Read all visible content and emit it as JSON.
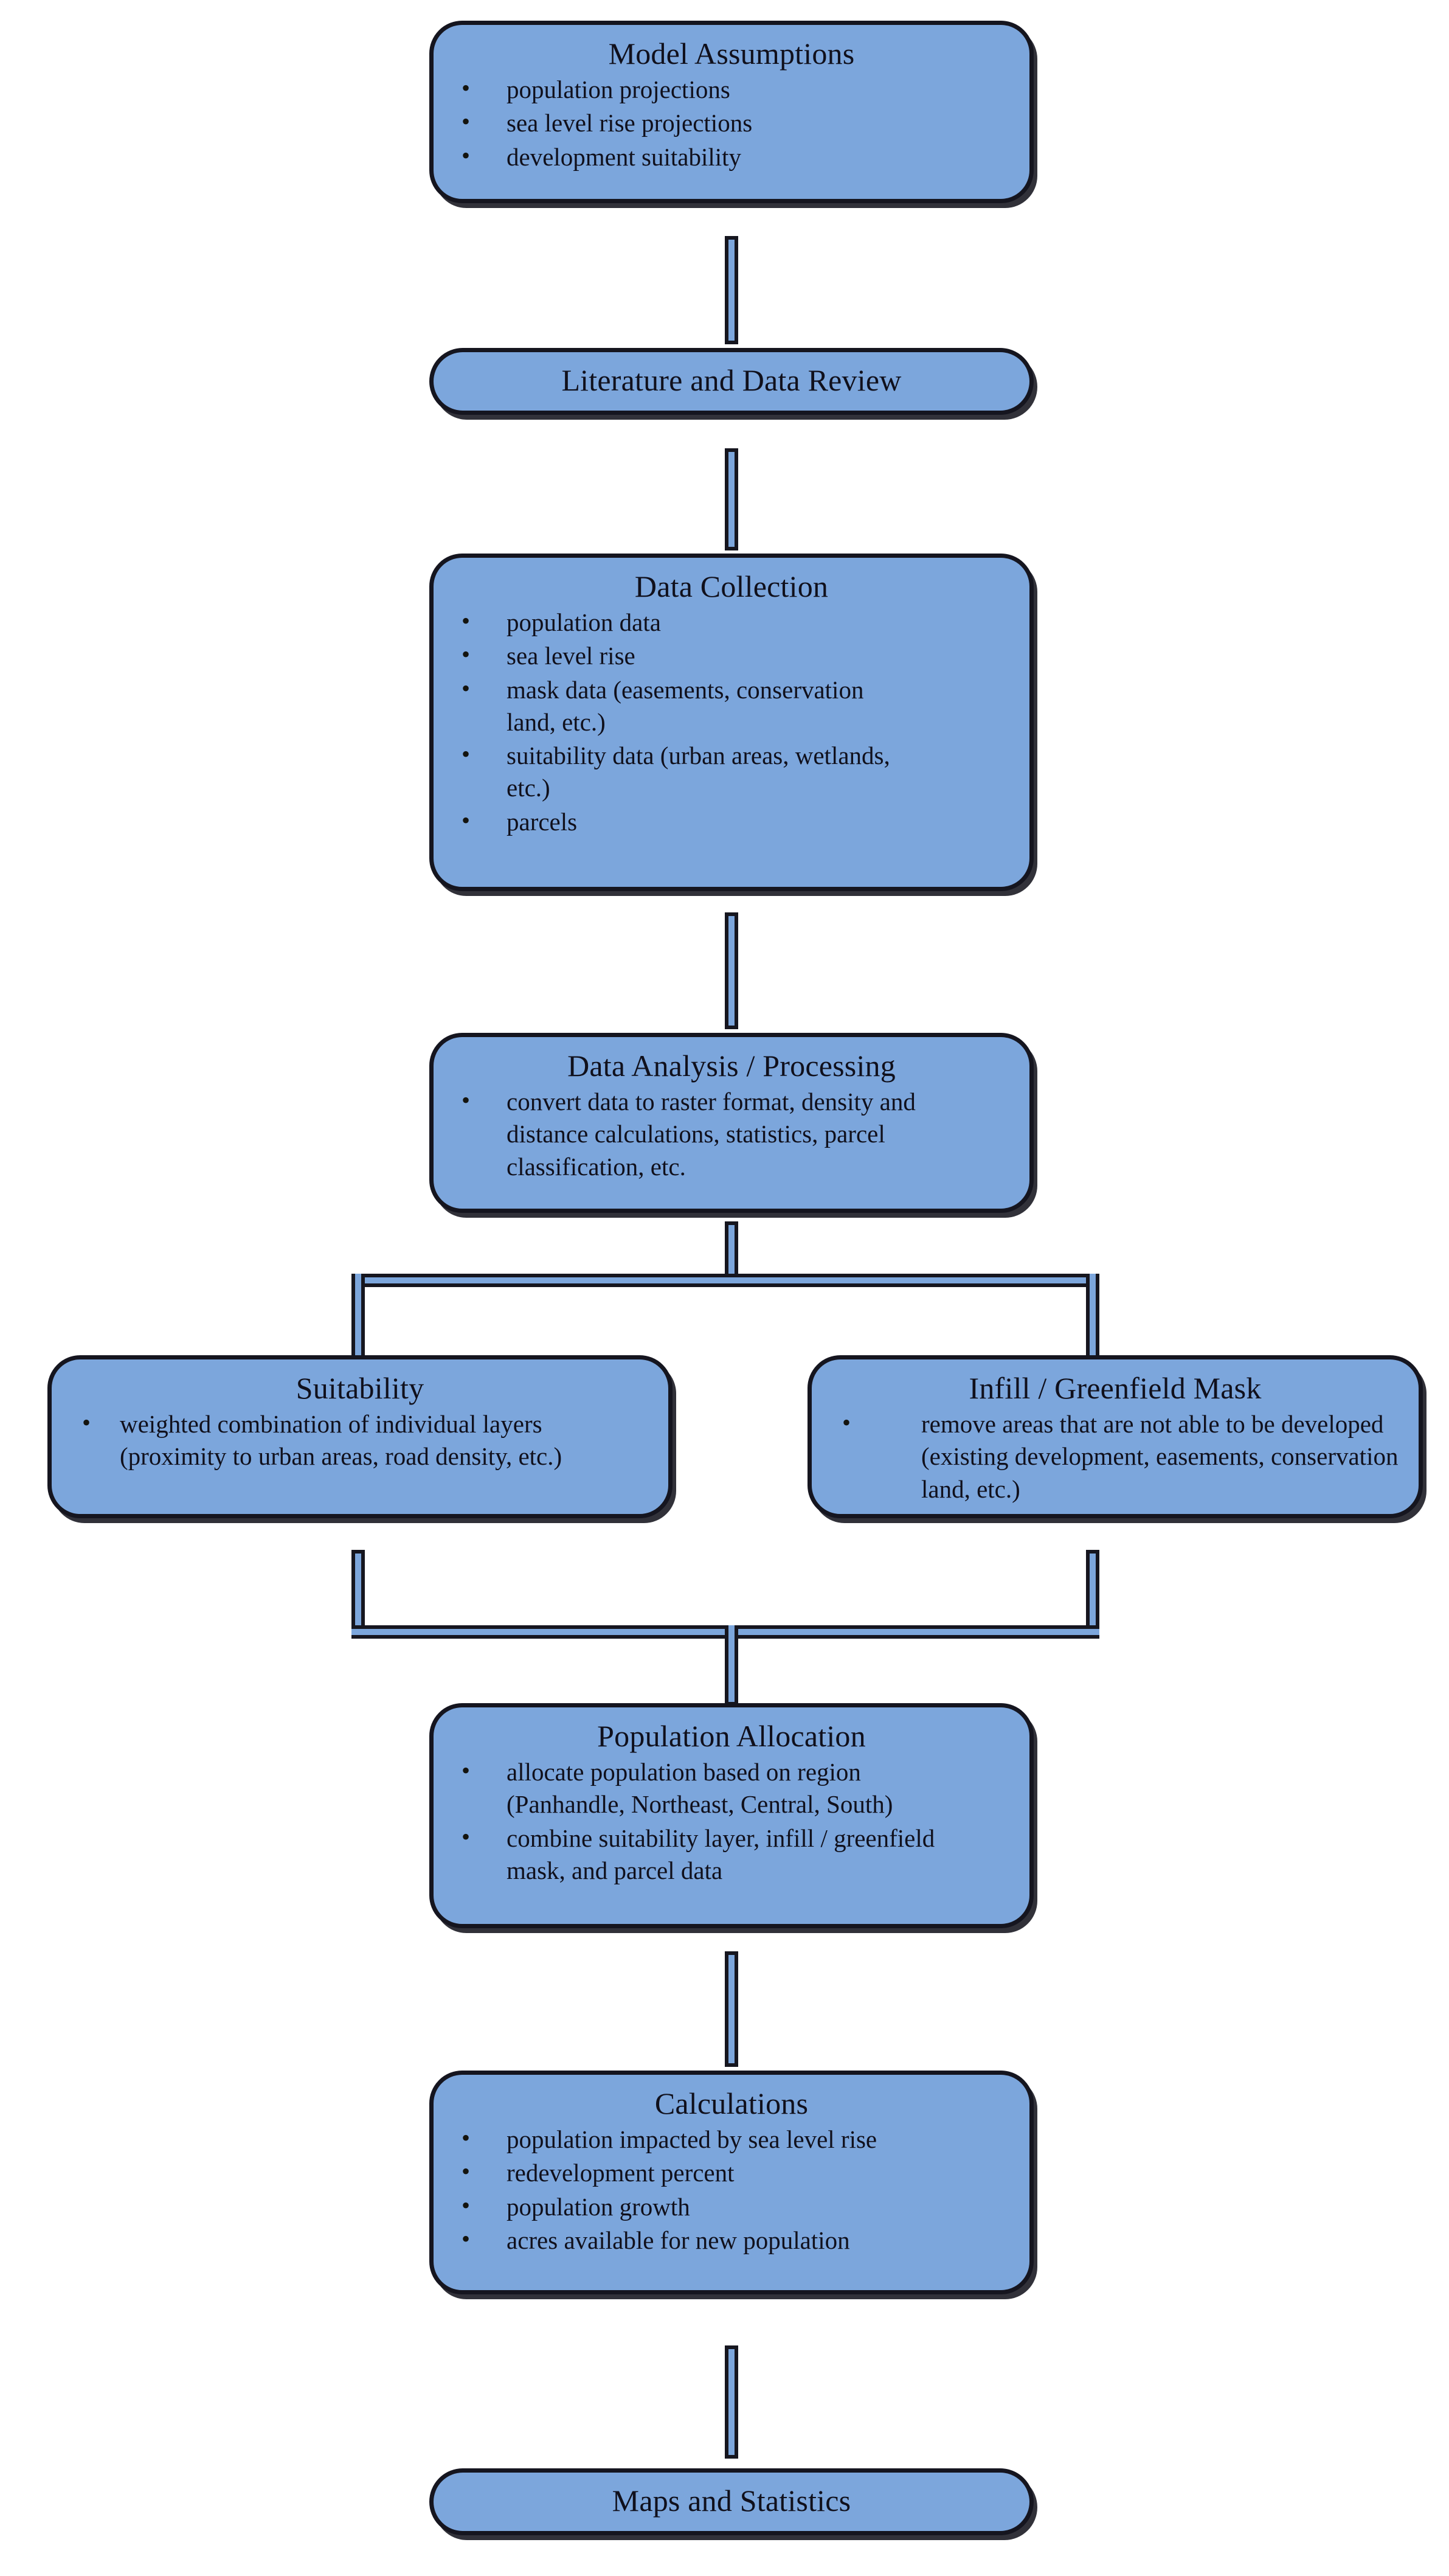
{
  "diagram": {
    "title": "Model Workflow Flowchart",
    "colors": {
      "node_fill": "#7CA6DC",
      "node_border": "#15151f",
      "connector_fill": "#7CA6DC",
      "connector_border": "#16161f",
      "background": "#ffffff",
      "text": "#10101c"
    },
    "nodes": [
      {
        "id": "model-assumptions",
        "title": "Model Assumptions",
        "shape": "rounded-rect",
        "bullets": [
          "population projections",
          "sea level rise projections",
          "development suitability"
        ]
      },
      {
        "id": "literature-and-data-review",
        "title": "Literature and Data Review",
        "shape": "pill",
        "bullets": []
      },
      {
        "id": "data-collection",
        "title": "Data Collection",
        "shape": "rounded-rect",
        "bullets": [
          "population data",
          "sea level rise",
          "mask data (easements, conservation land, etc.)",
          "suitability data (urban areas, wetlands, etc.)",
          "parcels"
        ]
      },
      {
        "id": "data-analysis-processing",
        "title": "Data Analysis / Processing",
        "shape": "rounded-rect",
        "bullets": [
          "convert data to raster format, density and distance calculations, statistics, parcel classification, etc."
        ]
      },
      {
        "id": "suitability",
        "title": "Suitability",
        "shape": "rounded-rect",
        "bullets": [
          "weighted combination of individual layers (proximity to urban areas, road density, etc.)"
        ]
      },
      {
        "id": "infill-greenfield-mask",
        "title": "Infill / Greenfield Mask",
        "shape": "rounded-rect",
        "bullets": [
          "remove areas that are not able to be developed (existing development, easements, conservation land, etc.)"
        ]
      },
      {
        "id": "population-allocation",
        "title": "Population Allocation",
        "shape": "rounded-rect",
        "bullets": [
          "allocate population based on region (Panhandle, Northeast, Central, South)",
          "combine suitability layer, infill / greenfield mask, and parcel data"
        ]
      },
      {
        "id": "calculations",
        "title": "Calculations",
        "shape": "rounded-rect",
        "bullets": [
          "population impacted by sea level rise",
          "redevelopment percent",
          "population growth",
          "acres available for new population"
        ]
      },
      {
        "id": "maps-and-statistics",
        "title": "Maps and Statistics",
        "shape": "pill",
        "bullets": []
      }
    ]
  }
}
